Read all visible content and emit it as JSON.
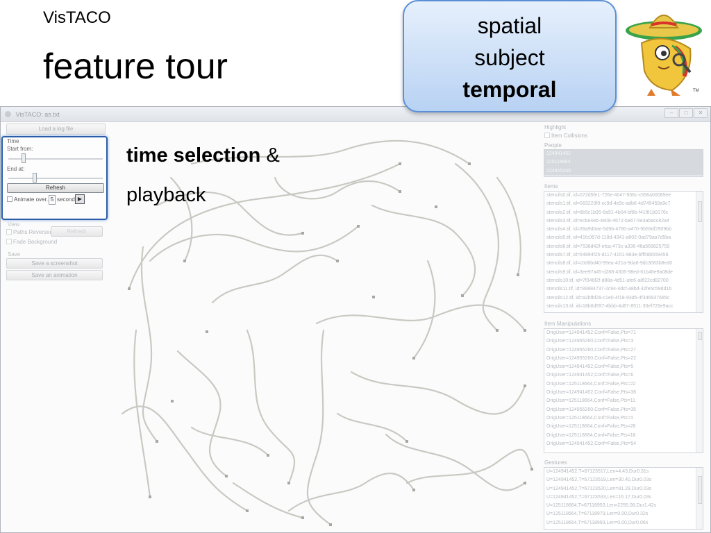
{
  "slide": {
    "subtitle": "VisTACO",
    "title": "feature tour",
    "callout": {
      "line1": "spatial",
      "line2": "subject",
      "line3": "temporal"
    },
    "overlay": {
      "bold": "time selection",
      "amp": " &",
      "line2": "playback"
    }
  },
  "window": {
    "title": "VisTACO: as.txt",
    "controls": {
      "minimize": "–",
      "maximize": "□",
      "close": "✕"
    }
  },
  "left_panel": {
    "load_button": "Load a log file",
    "time_group": {
      "label": "Time",
      "start_label": "Start from:",
      "end_label": "End at:",
      "refresh": "Refresh",
      "animate_label": "Animate over...",
      "seconds_value": "5",
      "seconds_label": "seconds",
      "play_icon": "play-icon"
    },
    "view_label": "View",
    "paths_reversed": "Paths Reversed",
    "refresh_faded": "Refresh",
    "fade_background": "Fade Background",
    "save_label": "Save",
    "save_screenshot": "Save a screenshot",
    "save_animation": "Save an animation"
  },
  "right_panel": {
    "highlight_label": "Highlight",
    "item_collisions": "Item Collisions",
    "people_label": "People",
    "people": [
      "124941452",
      "125118664",
      "124955260"
    ],
    "items_label": "Items",
    "items": [
      "stencils0.tif, id=072d5fe1-726e-4047-936c-c556a00085ee",
      "stencils1.tif, id=083223f0-cc9d-4e9c-adb6-4d749459a9c7",
      "stencils2.tif, id=8b5c1b95-6a91-4b04-bf8b-f41f81b9176c",
      "stencils3.tif, id=ecbe4eb-4e08-4672-ba67-5e3abacc82a4",
      "stencils4.tif, id=39a9d0ae-5d9b-4780-a470-9b59df2909bb",
      "stencils5.tif, id=41fc067d-118d-4341-a602-0ad79aa7d5ba",
      "stencils6.tif, id=7538d42f-efca-473c-a336-46a569825759",
      "stencils7.tif, id=64894f25-d117-4151-983e-bff59b559456",
      "stencils8.tif, id=c0d6bd40-95ea-421a-9da6-9dc3083b8ed0",
      "stencils9.tif, id=3ee97a45-d288-4306-98ed-61b48e9a08de",
      "stencils10.tif, id=7f346f2f-d88a-4d51-afe6-a8f22cd82700",
      "stencils11.tif, id=89984737-2c94-4dcf-a8bd-32fe5c59dd1b",
      "stencils12.tif, id=a2bfbf29-c1e0-4f18-93d5-4f346937685c",
      "stencils13.tif, id=18b6d597-4bbb-4d87-8511-30ef726e9acc"
    ],
    "manipulations_label": "Item Manipulations",
    "manipulations": [
      "OrigUser=124941452,Conf=False,Pts=71",
      "OrigUser=124955260,Conf=False,Pts=3",
      "OrigUser=124955260,Conf=False,Pts=27",
      "OrigUser=124955260,Conf=False,Pts=22",
      "OrigUser=124941452,Conf=False,Pts=5",
      "OrigUser=124941452,Conf=False,Pts=6",
      "OrigUser=125118664,Conf=False,Pts=22",
      "OrigUser=124941452,Conf=False,Pts=38",
      "OrigUser=125118664,Conf=False,Pts=11",
      "OrigUser=124955260,Conf=False,Pts=35",
      "OrigUser=125118664,Conf=False,Pts=4",
      "OrigUser=125118664,Conf=False,Pts=26",
      "OrigUser=125118664,Conf=False,Pts=18",
      "OrigUser=124941452,Conf=False,Pts=54"
    ],
    "gestures_label": "Gestures",
    "gestures": [
      "U=124941452,T=67123517,Len=4.43,Dur0.31s",
      "U=124941452,T=67123519,Len=30.40,Dur0.03s",
      "U=124941452,T=67123520,Len=81.29,Dur0.03s",
      "U=124941452,T=67123533,Len=16.17,Dur0.03s",
      "U=125118664,T=67118953,Len=2255.08,Dur1.42s",
      "U=125118664,T=67118979,Len=0.00,Dur0.32s",
      "U=125118664,T=67118993,Len=0.00,Dur0.06s"
    ]
  },
  "colors": {
    "accent": "#2c5da8",
    "path": "#c9c9c3",
    "callout": "#b8d2f3"
  }
}
